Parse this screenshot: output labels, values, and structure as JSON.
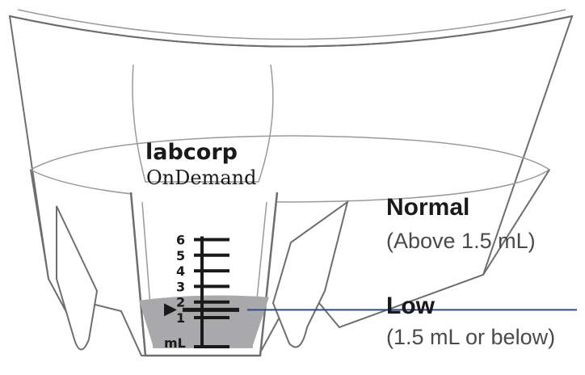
{
  "brand": {
    "name": "labcorp",
    "product": "OnDemand"
  },
  "scale": {
    "unit": "mL",
    "ticks": [
      {
        "value": 6,
        "label": "6"
      },
      {
        "value": 5,
        "label": "5"
      },
      {
        "value": 4,
        "label": "4"
      },
      {
        "value": 3,
        "label": "3"
      },
      {
        "value": 2,
        "label": "2"
      },
      {
        "value": 1.5,
        "label": ""
      },
      {
        "value": 1,
        "label": "1"
      }
    ],
    "fill_level_ml": 2,
    "marker_value_ml": 1.5
  },
  "labels": {
    "normal_title": "Normal",
    "normal_note": "(Above 1.5 mL)",
    "low_title": "Low",
    "low_note": "(1.5 mL or below)"
  },
  "colors": {
    "outline": "#6e6e6e",
    "ink": "#1a1a1a",
    "liquid": "#a9a9ab",
    "marker_line": "#2e4a8e"
  }
}
